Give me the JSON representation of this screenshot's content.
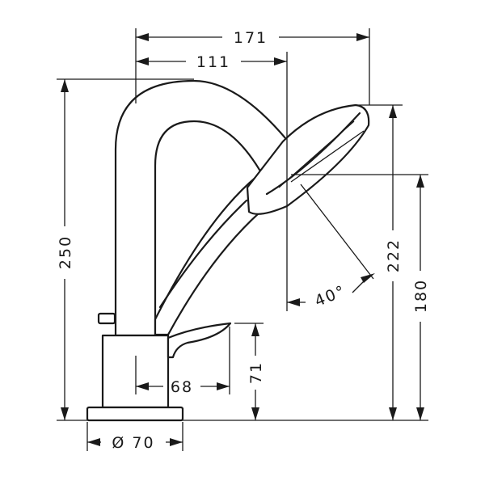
{
  "dimensions": {
    "width_total": "171",
    "spout_reach": "111",
    "height_total": "250",
    "shower_height": "222",
    "shower_base_height": "180",
    "handshower_angle": "40°",
    "lever_height": "71",
    "lever_reach": "68",
    "base_diameter": "Ø 70"
  },
  "line_color": "#1a1a1a",
  "background_color": "#ffffff"
}
